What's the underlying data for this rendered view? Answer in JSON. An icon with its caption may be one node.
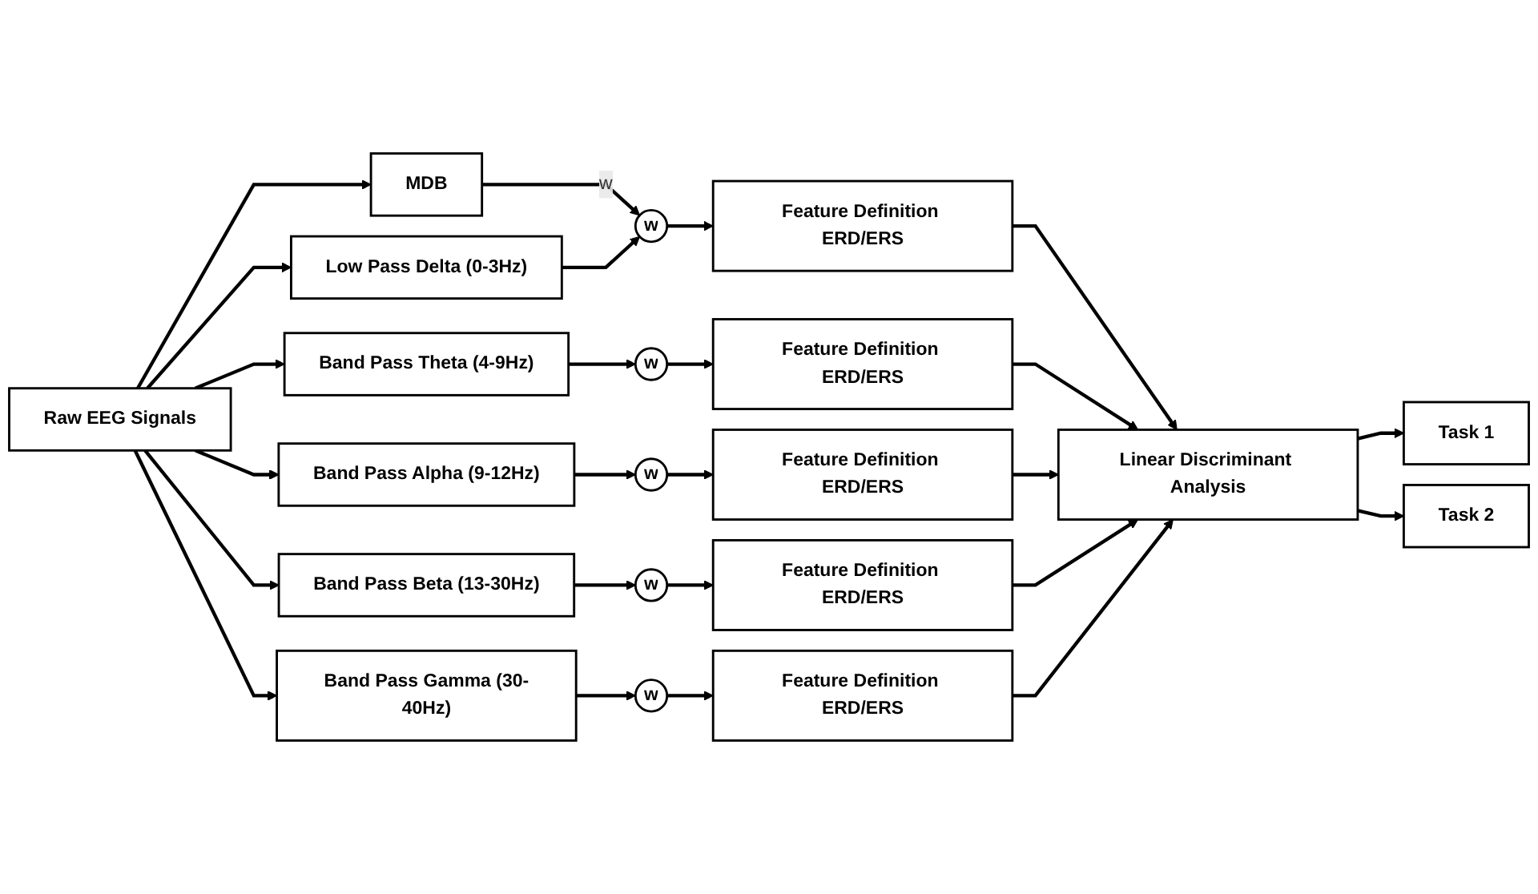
{
  "diagram": {
    "nodes": [
      {
        "text": [
          "Raw EEG Signals"
        ]
      },
      {
        "text": [
          "MDB"
        ]
      },
      {
        "text": [
          "Task 1"
        ]
      },
      {
        "text": [
          "Task 2"
        ]
      },
      {
        "text": [
          "Low Pass Delta (0-3Hz)"
        ]
      },
      {
        "text": [
          "w"
        ]
      },
      {
        "text": [
          "Feature Definition ERD/ERS"
        ]
      },
      {
        "text": [
          "Band Pass Theta (4-9Hz)"
        ]
      },
      {
        "text": [
          "w"
        ]
      },
      {
        "text": [
          "Feature Definition ERD/ERS"
        ]
      },
      {
        "text": [
          "Band Pass Alpha (9-12Hz)"
        ]
      },
      {
        "text": [
          "w"
        ]
      },
      {
        "text": [
          "Feature Definition ERD/ERS"
        ]
      },
      {
        "text": [
          "Band Pass Beta (13-30Hz)"
        ]
      },
      {
        "text": [
          "w"
        ]
      },
      {
        "text": [
          "Feature Definition ERD/ERS"
        ]
      },
      {
        "text": [
          "Band Pass Gamma (30-40Hz)"
        ]
      },
      {
        "text": [
          "w"
        ]
      },
      {
        "text": [
          "Feature Definition ERD/ERS"
        ]
      },
      {
        "text": [
          "Linear Discriminant Analysis"
        ]
      }
    ],
    "edges": [
      {
        "from": 0,
        "to": 1,
        "arrow": "to"
      },
      {
        "from": 1,
        "to": 5,
        "label": "w",
        "arrow": "to"
      },
      {
        "from": 0,
        "to": 4,
        "arrow": "to"
      },
      {
        "from": 0,
        "to": 7,
        "arrow": "to"
      },
      {
        "from": 0,
        "to": 10,
        "arrow": "to"
      },
      {
        "from": 0,
        "to": 13,
        "arrow": "to"
      },
      {
        "from": 0,
        "to": 16,
        "arrow": "to"
      },
      {
        "from": 4,
        "to": 5,
        "arrow": "to"
      },
      {
        "from": 5,
        "to": 6,
        "arrow": "to"
      },
      {
        "from": 7,
        "to": 8,
        "arrow": "to"
      },
      {
        "from": 8,
        "to": 9,
        "arrow": "to"
      },
      {
        "from": 10,
        "to": 11,
        "arrow": "to"
      },
      {
        "from": 11,
        "to": 12,
        "arrow": "to"
      },
      {
        "from": 13,
        "to": 14,
        "arrow": "to"
      },
      {
        "from": 14,
        "to": 15,
        "arrow": "to"
      },
      {
        "from": 16,
        "to": 17,
        "arrow": "to"
      },
      {
        "from": 17,
        "to": 18,
        "arrow": "to"
      },
      {
        "from": 6,
        "to": 19,
        "arrow": "to"
      },
      {
        "from": 9,
        "to": 19,
        "arrow": "to"
      },
      {
        "from": 12,
        "to": 19,
        "arrow": "to"
      },
      {
        "from": 15,
        "to": 19,
        "arrow": "to"
      },
      {
        "from": 18,
        "to": 19,
        "arrow": "to"
      },
      {
        "from": 19,
        "to": 2,
        "arrow": "to"
      },
      {
        "from": 19,
        "to": 3,
        "arrow": "to"
      }
    ]
  }
}
